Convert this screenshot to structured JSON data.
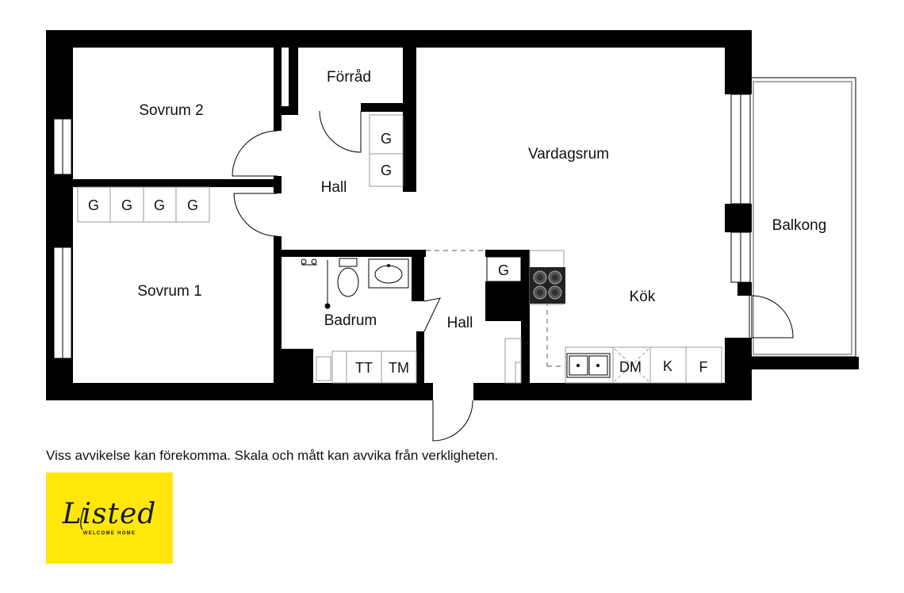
{
  "rooms": {
    "sovrum2": "Sovrum 2",
    "forrad": "Förråd",
    "hall_top": "Hall",
    "vardagsrum": "Vardagsrum",
    "balkong": "Balkong",
    "sovrum1": "Sovrum 1",
    "badrum": "Badrum",
    "hall_bottom": "Hall",
    "kok": "Kök"
  },
  "fixtures": {
    "wardrobe": "G",
    "tt": "TT",
    "tm": "TM",
    "dm": "DM",
    "k": "K",
    "f": "F"
  },
  "disclaimer": "Viss avvikelse kan förekomma. Skala och mått kan avvika från verkligheten.",
  "logo": {
    "wordmark": "Listed",
    "tagline": "WELCOME HOME",
    "background_color": "#ffe70a"
  }
}
